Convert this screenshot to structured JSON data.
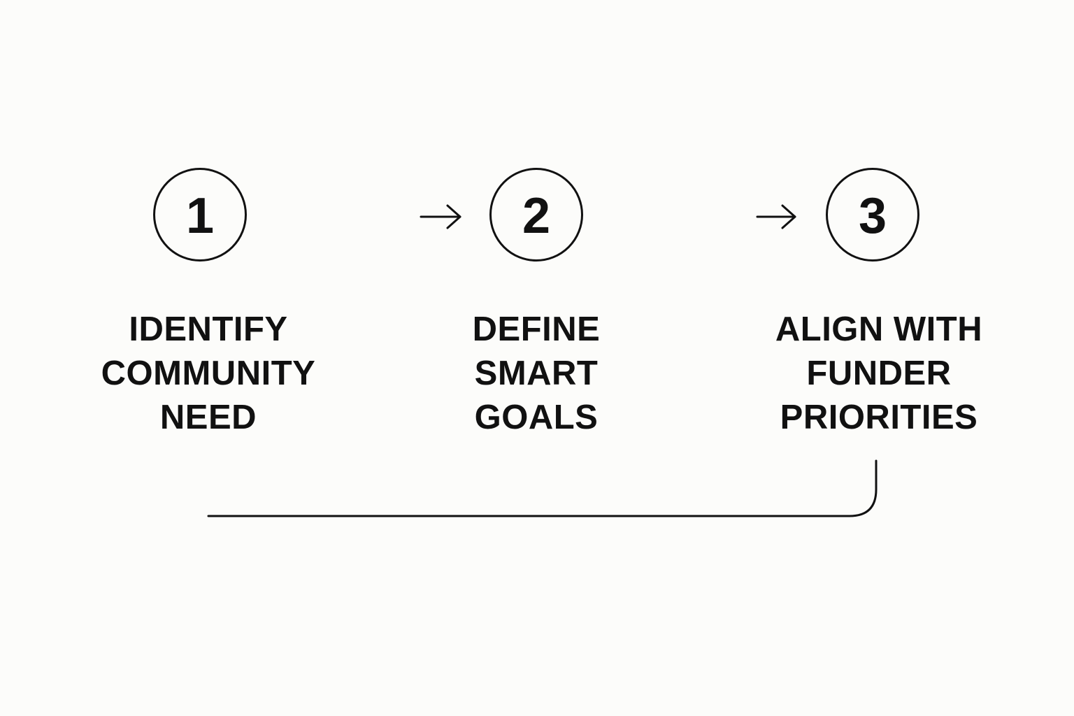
{
  "diagram": {
    "steps": [
      {
        "number": "1",
        "label_lines": [
          "IDENTIFY",
          "COMMUNITY",
          "NEED"
        ]
      },
      {
        "number": "2",
        "label_lines": [
          "DEFINE",
          "SMART",
          "GOALS"
        ]
      },
      {
        "number": "3",
        "label_lines": [
          "ALIGN WITH",
          "FUNDER",
          "PRIORITIES"
        ]
      }
    ],
    "arrows": [
      {
        "from": "1",
        "to": "2",
        "icon": "right-arrow-icon"
      },
      {
        "from": "2",
        "to": "3",
        "icon": "right-arrow-icon"
      }
    ],
    "feedback_connector": {
      "from": "3",
      "to": "1",
      "icon": "return-line"
    }
  },
  "colors": {
    "background": "#fcfcfa",
    "ink": "#111111"
  }
}
